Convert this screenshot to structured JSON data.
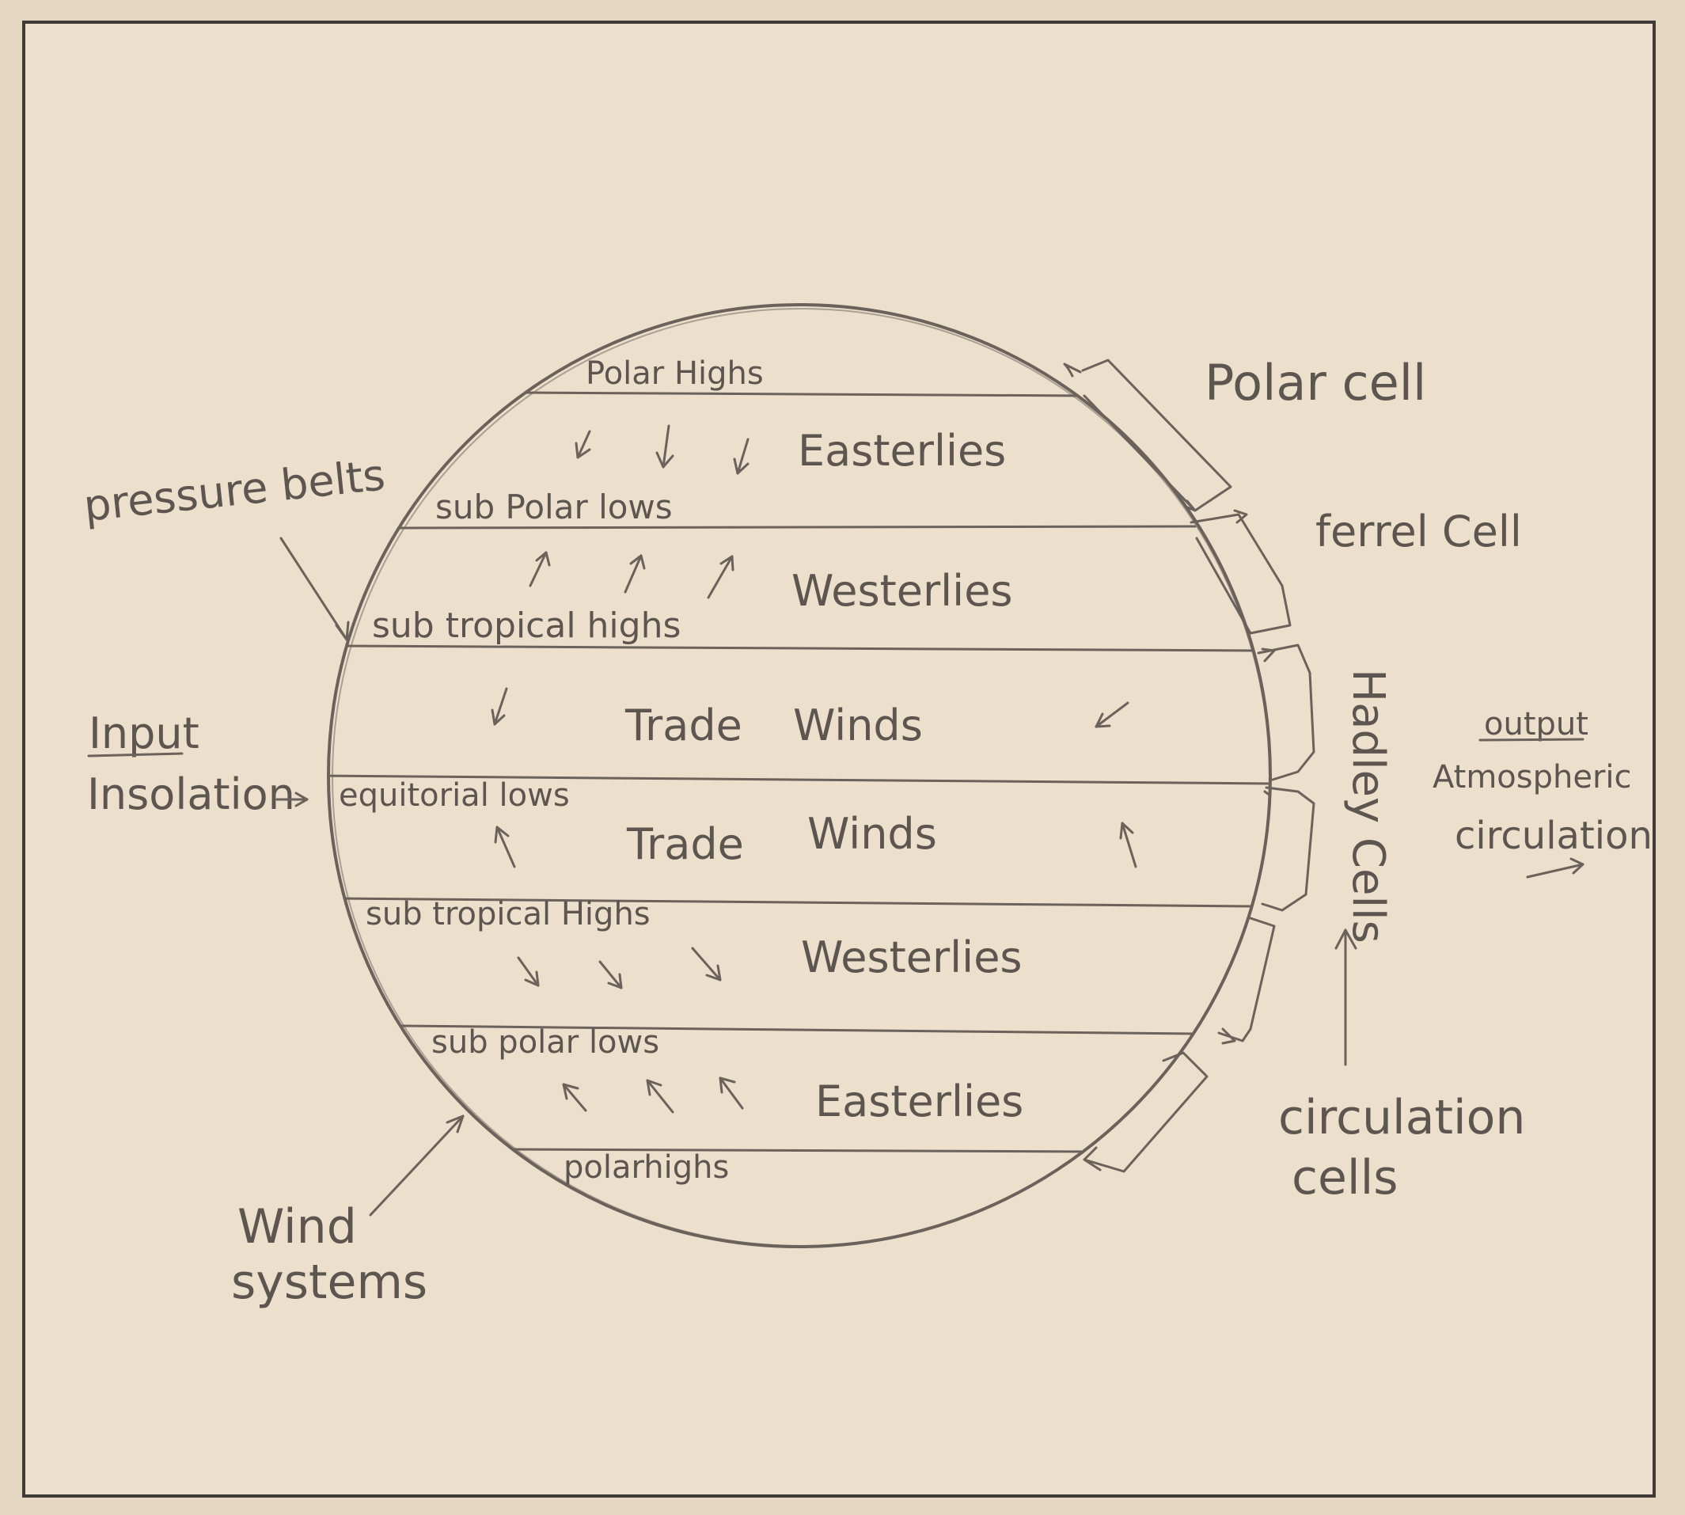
{
  "pressure_belts": {
    "polar_highs_north": "Polar Highs",
    "sub_polar_lows_north": "sub Polar lows",
    "sub_tropical_highs_north": "sub tropical highs",
    "equatorial_lows": "equitorial lows",
    "sub_tropical_highs_south": "sub tropical Highs",
    "sub_polar_lows_south": "sub polar lows",
    "polar_highs_south": "polarhighs"
  },
  "winds": {
    "easterlies_north": "Easterlies",
    "westerlies_north": "Westerlies",
    "trade_north_word1": "Trade",
    "trade_north_word2": "Winds",
    "trade_south_word1": "Trade",
    "trade_south_word2": "Winds",
    "westerlies_south": "Westerlies",
    "easterlies_south": "Easterlies"
  },
  "cells": {
    "polar": "Polar cell",
    "ferrel": "ferrel Cell",
    "hadley": "Hadley Cells"
  },
  "annotations": {
    "pressure_belts": "pressure belts",
    "input_heading": "Input",
    "input_text": "Insolation",
    "output_heading": "output",
    "output_line1": "Atmospheric",
    "output_line2": "circulation",
    "circulation_line1": "circulation",
    "circulation_line2": "cells",
    "wind_line1": "Wind",
    "wind_line2": "systems"
  },
  "colors": {
    "paper": "#e6d7c2",
    "ink": "#6a625b"
  }
}
